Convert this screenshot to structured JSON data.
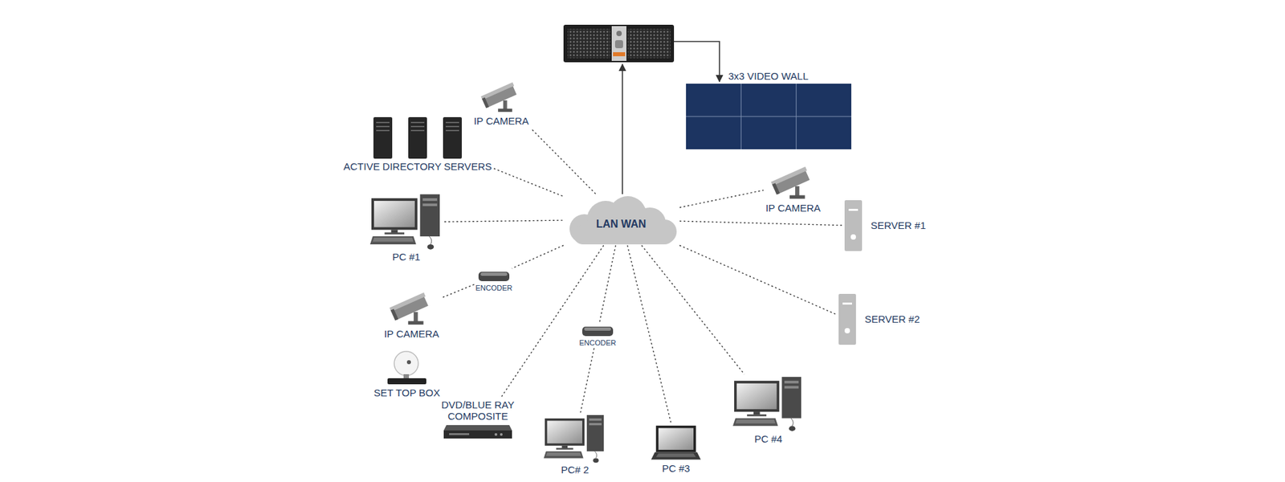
{
  "diagram": {
    "nodes": [
      {
        "text": [
          "IP CAMERA"
        ]
      },
      {
        "text": [
          "ACTIVE DIRECTORY SERVERS"
        ]
      },
      {
        "text": [
          "3x3 VIDEO WALL"
        ]
      },
      {
        "text": [
          "LAN WAN"
        ]
      },
      {
        "text": [
          "IP CAMERA"
        ]
      },
      {
        "text": [
          "SERVER #1"
        ]
      },
      {
        "text": [
          "PC #1"
        ]
      },
      {
        "text": [
          "ENCODER"
        ]
      },
      {
        "text": [
          "SERVER #2"
        ]
      },
      {
        "text": [
          "IP CAMERA"
        ]
      },
      {
        "text": [
          "ENCODER"
        ]
      },
      {
        "text": [
          "SET TOP BOX"
        ]
      },
      {
        "text": [
          "DVD/BLUE RAY COMPOSITE"
        ]
      },
      {
        "text": [
          "PC #4"
        ]
      },
      {
        "text": [
          "PC# 2"
        ]
      },
      {
        "text": [
          "PC #3"
        ]
      }
    ],
    "edges": [
      {
        "from": 3,
        "to": 0,
        "arrow": "none"
      },
      {
        "from": 3,
        "to": 1,
        "arrow": "none"
      },
      {
        "from": 3,
        "to": 6,
        "arrow": "none"
      },
      {
        "from": 3,
        "to": 7,
        "arrow": "none"
      },
      {
        "from": 7,
        "to": 9,
        "arrow": "none"
      },
      {
        "from": 3,
        "to": 12,
        "arrow": "none"
      },
      {
        "from": 3,
        "to": 10,
        "arrow": "none"
      },
      {
        "from": 10,
        "to": 14,
        "arrow": "none"
      },
      {
        "from": 3,
        "to": 15,
        "arrow": "none"
      },
      {
        "from": 3,
        "to": 13,
        "arrow": "none"
      },
      {
        "from": 3,
        "to": 8,
        "arrow": "none"
      },
      {
        "from": 3,
        "to": 5,
        "arrow": "none"
      },
      {
        "from": 3,
        "to": 4,
        "arrow": "none"
      }
    ]
  }
}
